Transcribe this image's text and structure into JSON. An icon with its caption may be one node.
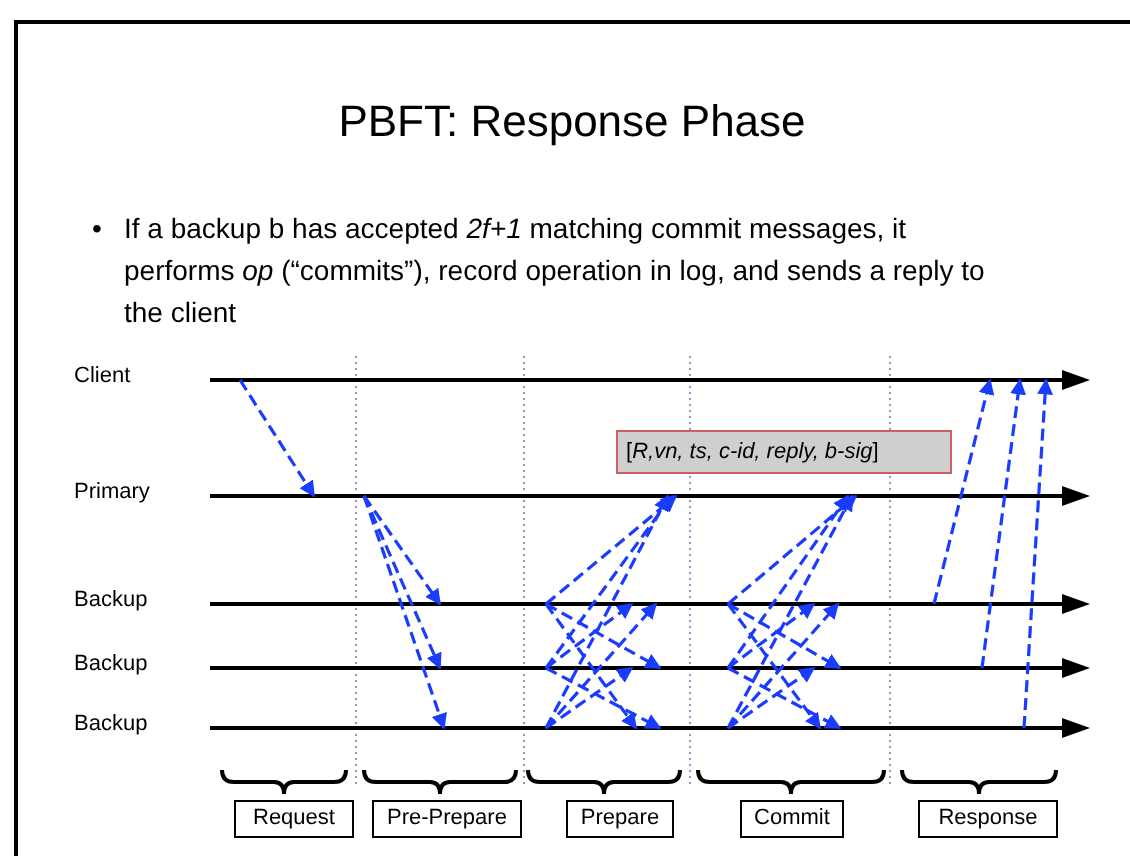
{
  "diagram": {
    "title": "PBFT: Response Phase",
    "nodes": [
      {
        "text": [],
        "shape": "line",
        "beside": [
          "Client"
        ]
      },
      {
        "text": [],
        "shape": "line",
        "beside": [
          "Primary"
        ]
      },
      {
        "text": [],
        "shape": "line",
        "beside": [
          "Backup"
        ]
      },
      {
        "text": [],
        "shape": "line",
        "beside": [
          "Backup"
        ]
      },
      {
        "text": [],
        "shape": "line",
        "beside": [
          "Backup"
        ]
      },
      {
        "text": [
          "Request"
        ]
      },
      {
        "text": [
          "Pre-Prepare"
        ]
      },
      {
        "text": [
          "Prepare"
        ]
      },
      {
        "text": [
          "Commit"
        ]
      },
      {
        "text": [
          "Response"
        ]
      },
      {
        "text": [
          "[*R,vn, ts, c-id, reply, b-sig*]"
        ]
      }
    ],
    "edges": [
      {
        "from": 0,
        "to": 1,
        "arrow": "to",
        "style": "dashed"
      },
      {
        "from": 1,
        "to": 2,
        "arrow": "to",
        "style": "dashed"
      },
      {
        "from": 1,
        "to": 3,
        "arrow": "to",
        "style": "dashed"
      },
      {
        "from": 1,
        "to": 4,
        "arrow": "to",
        "style": "dashed"
      },
      {
        "from": 2,
        "to": 1,
        "arrow": "to",
        "style": "dashed"
      },
      {
        "from": 2,
        "to": 3,
        "arrow": "to",
        "style": "dashed"
      },
      {
        "from": 2,
        "to": 4,
        "arrow": "to",
        "style": "dashed"
      },
      {
        "from": 3,
        "to": 1,
        "arrow": "to",
        "style": "dashed"
      },
      {
        "from": 3,
        "to": 2,
        "arrow": "to",
        "style": "dashed"
      },
      {
        "from": 3,
        "to": 4,
        "arrow": "to",
        "style": "dashed"
      },
      {
        "from": 4,
        "to": 1,
        "arrow": "to",
        "style": "dashed"
      },
      {
        "from": 4,
        "to": 2,
        "arrow": "to",
        "style": "dashed"
      },
      {
        "from": 4,
        "to": 3,
        "arrow": "to",
        "style": "dashed"
      },
      {
        "from": 2,
        "to": 1,
        "arrow": "to",
        "style": "dashed"
      },
      {
        "from": 2,
        "to": 3,
        "arrow": "to",
        "style": "dashed"
      },
      {
        "from": 2,
        "to": 4,
        "arrow": "to",
        "style": "dashed"
      },
      {
        "from": 3,
        "to": 1,
        "arrow": "to",
        "style": "dashed"
      },
      {
        "from": 3,
        "to": 2,
        "arrow": "to",
        "style": "dashed"
      },
      {
        "from": 3,
        "to": 4,
        "arrow": "to",
        "style": "dashed"
      },
      {
        "from": 4,
        "to": 1,
        "arrow": "to",
        "style": "dashed"
      },
      {
        "from": 4,
        "to": 2,
        "arrow": "to",
        "style": "dashed"
      },
      {
        "from": 4,
        "to": 3,
        "arrow": "to",
        "style": "dashed"
      },
      {
        "from": 2,
        "to": 0,
        "arrow": "to",
        "style": "dashed"
      },
      {
        "from": 3,
        "to": 0,
        "arrow": "to",
        "style": "dashed"
      },
      {
        "from": 4,
        "to": 0,
        "arrow": "to",
        "style": "dashed"
      }
    ],
    "labels": [
      "•",
      "If a backup b has accepted *2f+1* matching commit messages, it performs *op* (“commits”), record operation in log, and sends a reply to the client"
    ]
  }
}
